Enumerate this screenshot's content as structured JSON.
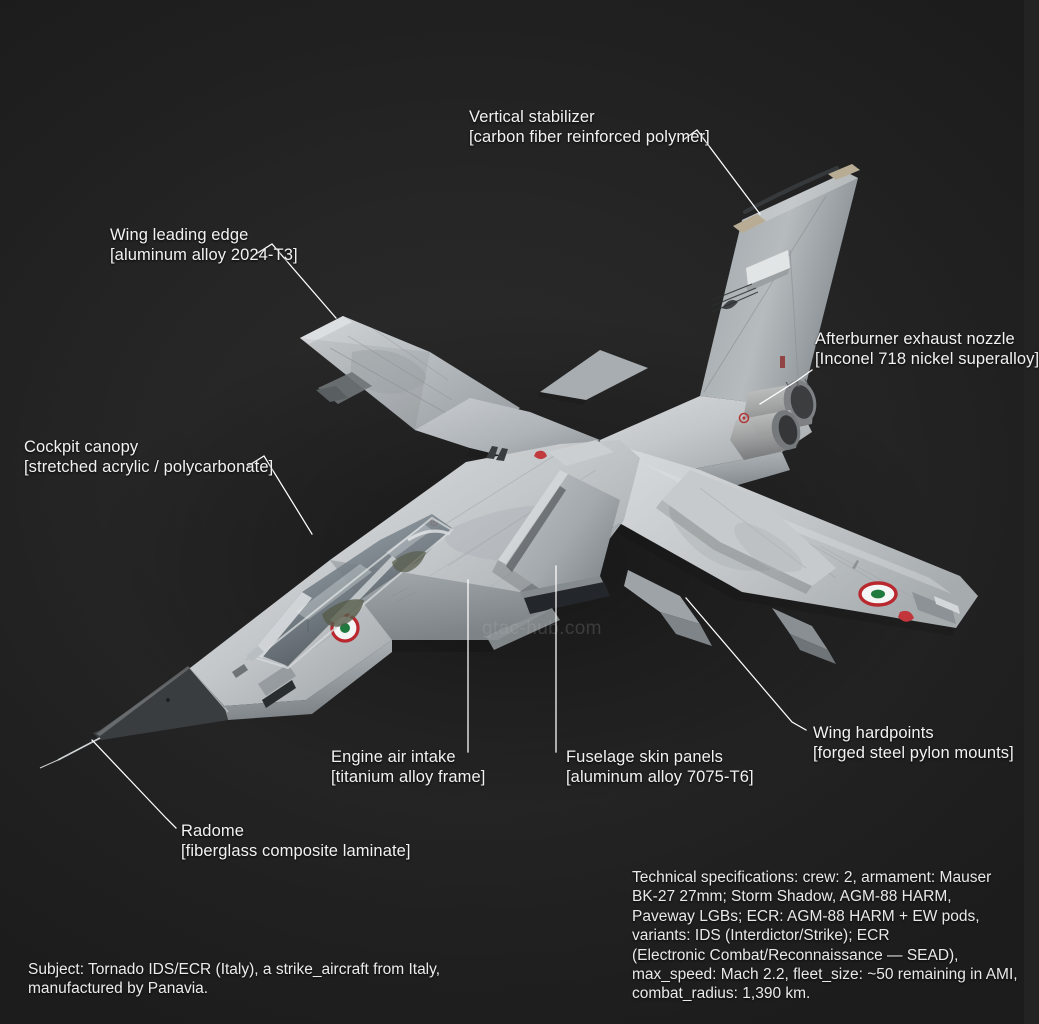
{
  "scene": {
    "background_color": "#232323",
    "subject_name": "Tornado IDS/ECR",
    "watermark": "gtac-hub.com"
  },
  "annotations": [
    {
      "id": "vertical-stabilizer",
      "title": "Vertical stabilizer",
      "material": "[carbon fiber reinforced polymer]"
    },
    {
      "id": "wing-leading-edge",
      "title": "Wing leading edge",
      "material": "[aluminum alloy 2024-T3]"
    },
    {
      "id": "afterburner-exhaust-nozzle",
      "title": "Afterburner exhaust nozzle",
      "material": "[Inconel 718 nickel superalloy]"
    },
    {
      "id": "cockpit-canopy",
      "title": "Cockpit canopy",
      "material": "[stretched acrylic / polycarbonate]"
    },
    {
      "id": "engine-air-intake",
      "title": "Engine air intake",
      "material": "[titanium alloy frame]"
    },
    {
      "id": "fuselage-skin-panels",
      "title": "Fuselage skin panels",
      "material": "[aluminum alloy 7075-T6]"
    },
    {
      "id": "wing-hardpoints",
      "title": "Wing hardpoints",
      "material": "[forged steel pylon mounts]"
    },
    {
      "id": "radome",
      "title": "Radome",
      "material": "[fiberglass composite laminate]"
    }
  ],
  "caption": {
    "line1": "Subject: Tornado IDS/ECR (Italy), a strike_aircraft from Italy,",
    "line2": "manufactured by Panavia."
  },
  "specifications": {
    "line1": "Technical specifications: crew: 2, armament: Mauser",
    "line2": "BK-27 27mm; Storm Shadow, AGM-88 HARM,",
    "line3": "Paveway LGBs; ECR: AGM-88 HARM + EW pods,",
    "line4": "variants: IDS (Interdictor/Strike); ECR",
    "line5": "(Electronic Combat/Reconnaissance — SEAD),",
    "line6": "max_speed: Mach 2.2, fleet_size: ~50 remaining in AMI,",
    "line7": "combat_radius: 1,390 km."
  }
}
